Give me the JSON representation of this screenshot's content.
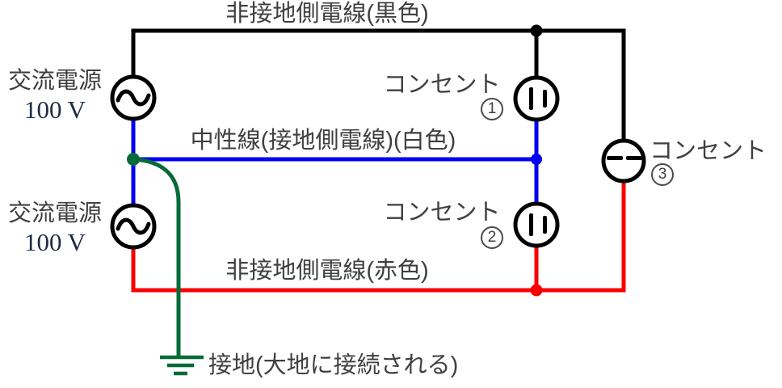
{
  "diagram": {
    "wire_labels": {
      "black": "非接地側電線(黒色)",
      "neutral": "中性線(接地側電線)(白色)",
      "red": "非接地側電線(赤色)",
      "ground": "接地(大地に接続される)"
    },
    "sources": [
      {
        "name": "交流電源",
        "voltage": "100 V"
      },
      {
        "name": "交流電源",
        "voltage": "100 V"
      }
    ],
    "outlets": [
      {
        "label": "コンセント",
        "number": "1"
      },
      {
        "label": "コンセント",
        "number": "2"
      },
      {
        "label": "コンセント",
        "number": "3"
      }
    ],
    "colors": {
      "black_wire": "#000000",
      "blue_wire": "#0000f0",
      "red_wire": "#f80000",
      "green_wire": "#076b39",
      "label_text": "#3f3f3f",
      "voltage_text": "#1c2b45",
      "symbol_fill": "#ffffff"
    }
  }
}
